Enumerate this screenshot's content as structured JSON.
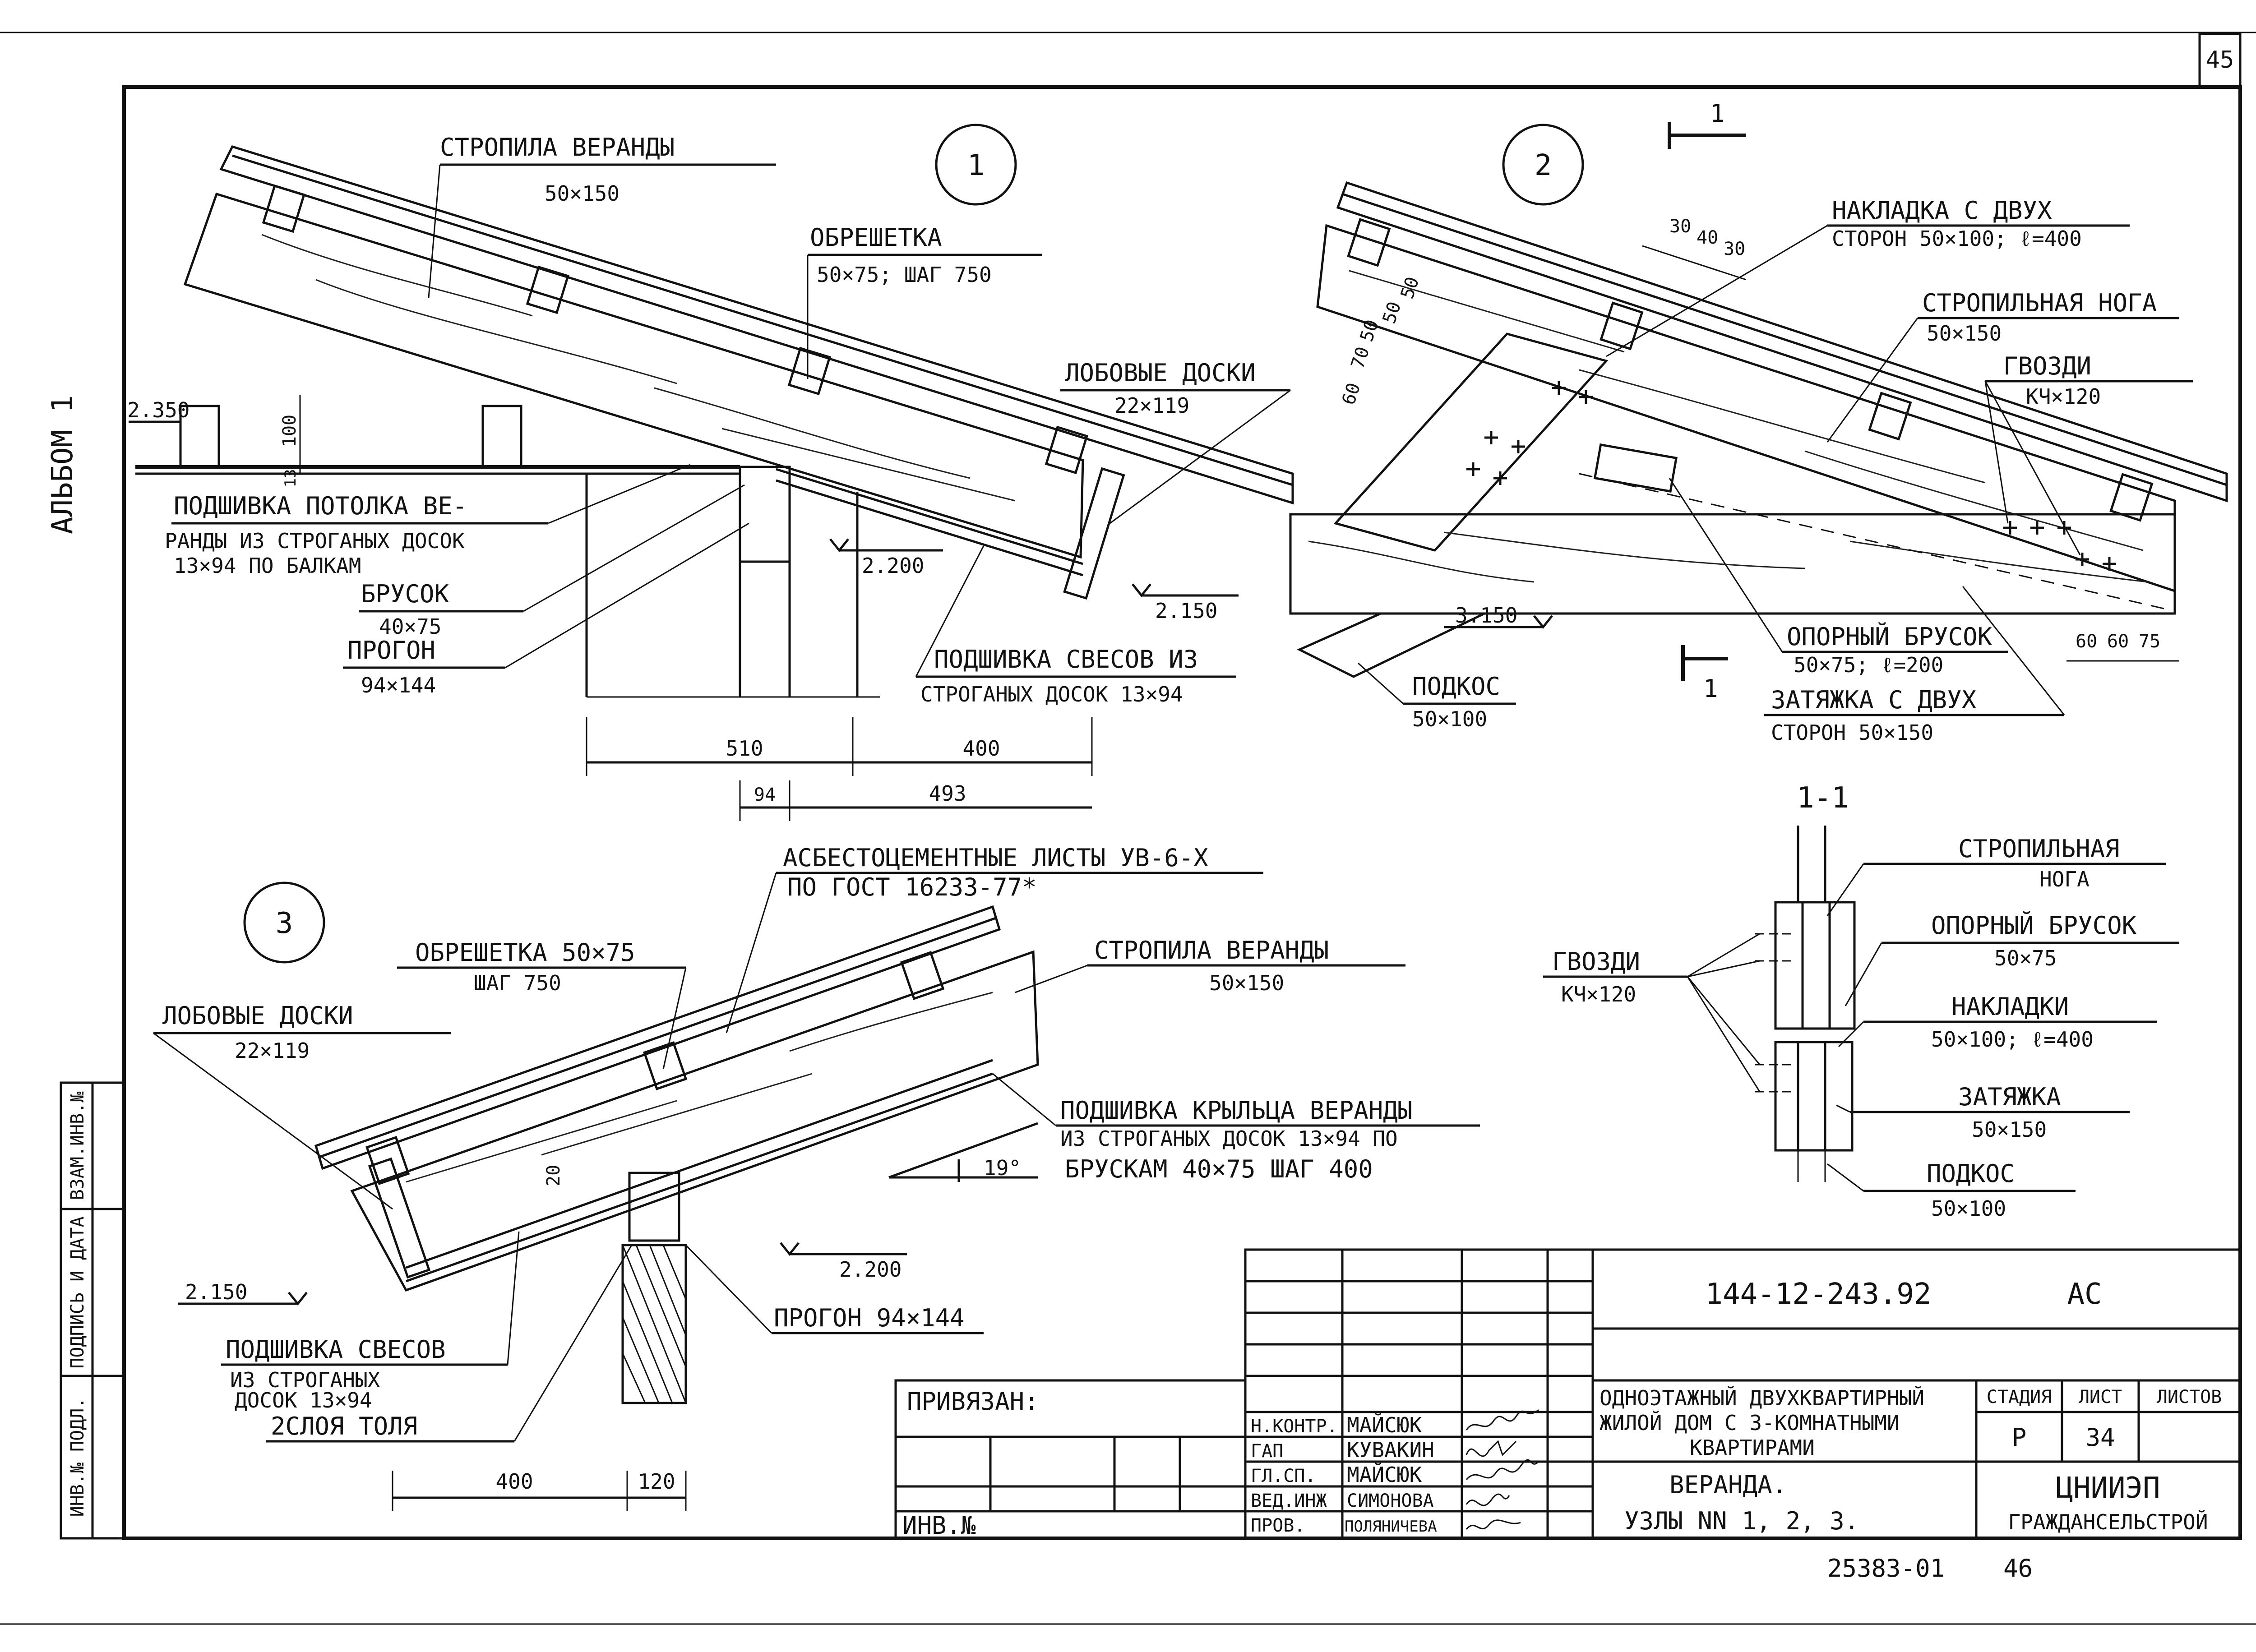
{
  "sheet": {
    "page_number": "45",
    "album_label": "АЛЬБОМ 1",
    "document_code": "144-12-243.92",
    "section_mark": "АС",
    "bottom_code": "25383-01",
    "bottom_page": "46"
  },
  "node1": {
    "circle": "1",
    "rafters_label": "СТРОПИЛА ВЕРАНДЫ",
    "rafters_size": "50×150",
    "lathing_label": "ОБРЕШЕТКА",
    "lathing_size": "50×75; ШАГ 750",
    "fascia_label": "ЛОБОВЫЕ ДОСКИ",
    "fascia_size": "22×119",
    "ceiling_line1": "ПОДШИВКА ПОТОЛКА ВЕ-",
    "ceiling_line2": "РАНДЫ ИЗ СТРОГАНЫХ ДОСОК",
    "ceiling_line3": "13×94 ПО БАЛКАМ",
    "bar_label": "БРУСОК",
    "bar_size": "40×75",
    "purlin_label": "ПРОГОН",
    "purlin_size": "94×144",
    "eaves_line1": "ПОДШИВКА СВЕСОВ ИЗ",
    "eaves_line2": "СТРОГАНЫХ ДОСОК 13×94",
    "level_top": "2.350",
    "level_mid": "2.200",
    "level_low": "2.150",
    "dim_v1": "100",
    "dim_v2": "13",
    "dim_510": "510",
    "dim_400": "400",
    "dim_94": "94",
    "dim_493": "493"
  },
  "node2": {
    "circle": "2",
    "section_mark": "1",
    "overlay_line1": "НАКЛАДКА С ДВУХ",
    "overlay_line2": "СТОРОН 50×100; ℓ=400",
    "rafter_leg_label": "СТРОПИЛЬНАЯ НОГА",
    "rafter_leg_size": "50×150",
    "nails_label": "ГВОЗДИ",
    "nails_size": "КЧ×120",
    "support_bar_line1": "ОПОРНЫЙ БРУСОК",
    "support_bar_line2": "50×75; ℓ=200",
    "tie_line1": "ЗАТЯЖКА С ДВУХ",
    "tie_line2": "СТОРОН 50×150",
    "strut_label": "ПОДКОС",
    "strut_size": "50×100",
    "level": "3.150",
    "dims_top": [
      "30",
      "40",
      "30"
    ],
    "dims_side": [
      "60",
      "70",
      "50",
      "50",
      "50"
    ],
    "dims_right": [
      "60",
      "60",
      "75"
    ]
  },
  "section11": {
    "title": "1-1",
    "rafter_leg_line1": "СТРОПИЛЬНАЯ",
    "rafter_leg_line2": "НОГА",
    "support_bar_label": "ОПОРНЫЙ БРУСОК",
    "support_bar_size": "50×75",
    "overlays_label": "НАКЛАДКИ",
    "overlays_size": "50×100; ℓ=400",
    "tie_label": "ЗАТЯЖКА",
    "tie_size": "50×150",
    "strut_label": "ПОДКОС",
    "strut_size": "50×100",
    "nails_label": "ГВОЗДИ",
    "nails_size": "КЧ×120"
  },
  "node3": {
    "circle": "3",
    "asbestos_line1": "АСБЕСТОЦЕМЕНТНЫЕ ЛИСТЫ УВ-6-Х",
    "asbestos_line2": "ПО ГОСТ 16233-77*",
    "lathing_label": "ОБРЕШЕТКА 50×75",
    "lathing_step": "ШАГ 750",
    "rafters_label": "СТРОПИЛА ВЕРАНДЫ",
    "rafters_size": "50×150",
    "fascia_label": "ЛОБОВЫЕ ДОСКИ",
    "fascia_size": "22×119",
    "porch_line1": "ПОДШИВКА КРЫЛЬЦА ВЕРАНДЫ",
    "porch_line2": "ИЗ СТРОГАНЫХ ДОСОК 13×94 ПО",
    "porch_line3": "БРУСКАМ 40×75 ШАГ 400",
    "angle": "19°",
    "level_low": "2.150",
    "level_mid": "2.200",
    "purlin": "ПРОГОН 94×144",
    "eaves_line1": "ПОДШИВКА СВЕСОВ",
    "eaves_line2": "ИЗ СТРОГАНЫХ",
    "eaves_line3": "ДОСОК 13×94",
    "tar_paper": "2СЛОЯ ТОЛЯ",
    "dim_20": "20",
    "dim_400": "400",
    "dim_120": "120"
  },
  "side_stamp": {
    "col1": "ИНВ.№ ПОДЛ.",
    "col2": "ПОДПИСЬ И ДАТА",
    "col3": "ВЗАМ.ИНВ.№"
  },
  "title_block": {
    "bound_label": "ПРИВЯЗАН:",
    "inv_label": "ИНВ.№",
    "roles": [
      {
        "role": "Н.КОНТР.",
        "name": "МАЙСЮК"
      },
      {
        "role": "ГАП",
        "name": "КУВАКИН"
      },
      {
        "role": "ГЛ.СП.",
        "name": "МАЙСЮК"
      },
      {
        "role": "ВЕД.ИНЖ",
        "name": "СИМОНОВА"
      },
      {
        "role": "ПРОВ.",
        "name": "ПОЛЯНИЧЕВА"
      }
    ],
    "project_line1": "ОДНОЭТАЖНЫЙ ДВУХКВАРТИРНЫЙ",
    "project_line2": "ЖИЛОЙ ДОМ С 3-КОМНАТНЫМИ",
    "project_line3": "КВАРТИРАМИ",
    "sheet_title_line1": "ВЕРАНДА.",
    "sheet_title_line2": "УЗЛЫ NN 1, 2, 3.",
    "stage_label": "СТАДИЯ",
    "sheet_label": "ЛИСТ",
    "sheets_label": "ЛИСТОВ",
    "stage_value": "Р",
    "sheet_value": "34",
    "org_line1": "ЦНИИЭП",
    "org_line2": "ГРАЖДАНСЕЛЬСТРОЙ"
  }
}
